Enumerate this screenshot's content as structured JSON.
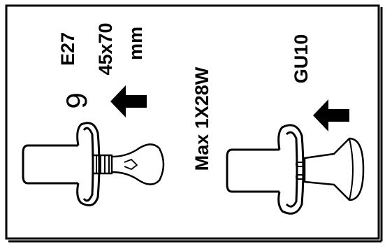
{
  "top_label": {
    "count": "9",
    "socket": "E27",
    "size": "45x70",
    "unit": "mm"
  },
  "max_power": "Max 1X28W",
  "bottom_label": {
    "socket": "GU10"
  },
  "icons": {
    "arrow_top": "arrow-up-icon",
    "arrow_bottom": "arrow-up-icon",
    "lamp_top": "lamp-holder-e27-icon",
    "lamp_bottom": "lamp-holder-gu10-icon"
  },
  "colors": {
    "ink": "#000000",
    "paper": "#ffffff"
  }
}
